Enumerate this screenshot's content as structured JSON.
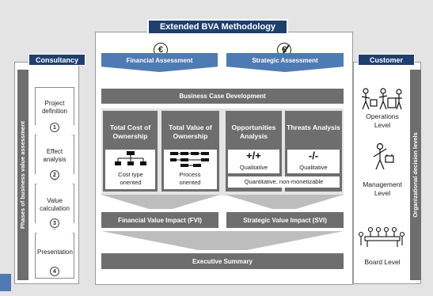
{
  "title": "Extended BVA Methodology",
  "colors": {
    "navy": "#1f3f6e",
    "blue": "#4f7bb4",
    "gray": "#6e6e6e",
    "light": "#e4e4e4"
  },
  "consultancy": {
    "header": "Consultancy",
    "side_label": "Phases of business value assessment",
    "phases": [
      {
        "label": "Project definition",
        "number": "1"
      },
      {
        "label": "Effect analysis",
        "number": "2"
      },
      {
        "label": "Value calculation",
        "number": "3"
      },
      {
        "label": "Presentation",
        "number": "4"
      }
    ]
  },
  "customer": {
    "header": "Customer",
    "side_label": "Organizational decision levels",
    "levels": [
      {
        "label": "Operations Level",
        "icon": "workers-icon"
      },
      {
        "label": "Management Level",
        "icon": "manager-icon"
      },
      {
        "label": "Board Level",
        "icon": "board-meeting-icon"
      }
    ]
  },
  "center": {
    "financial_assessment": "Financial Assessment",
    "strategic_assessment": "Strategic Assessment",
    "financial_symbol": "€",
    "strategic_symbol": "€",
    "business_case": "Business Case Development",
    "tco": {
      "title": "Total Cost of Ownership",
      "sub": "Cost type oriented",
      "icon": "hierarchy-icon"
    },
    "tvo": {
      "title": "Total Value of Ownership",
      "sub": "Process oriented",
      "icon": "process-flow-icon"
    },
    "opportunities": {
      "title": "Opportunities Analysis",
      "sign": "+/+",
      "sub": "Qualitative"
    },
    "threats": {
      "title": "Threats Analysis",
      "sign": "-/-",
      "sub": "Qualitative"
    },
    "quant_note": "Quantitative, non-monetizable",
    "fvi": "Financial Value Impact (FVI)",
    "svi": "Strategic Value Impact (SVI)",
    "executive_summary": "Executive Summary"
  }
}
